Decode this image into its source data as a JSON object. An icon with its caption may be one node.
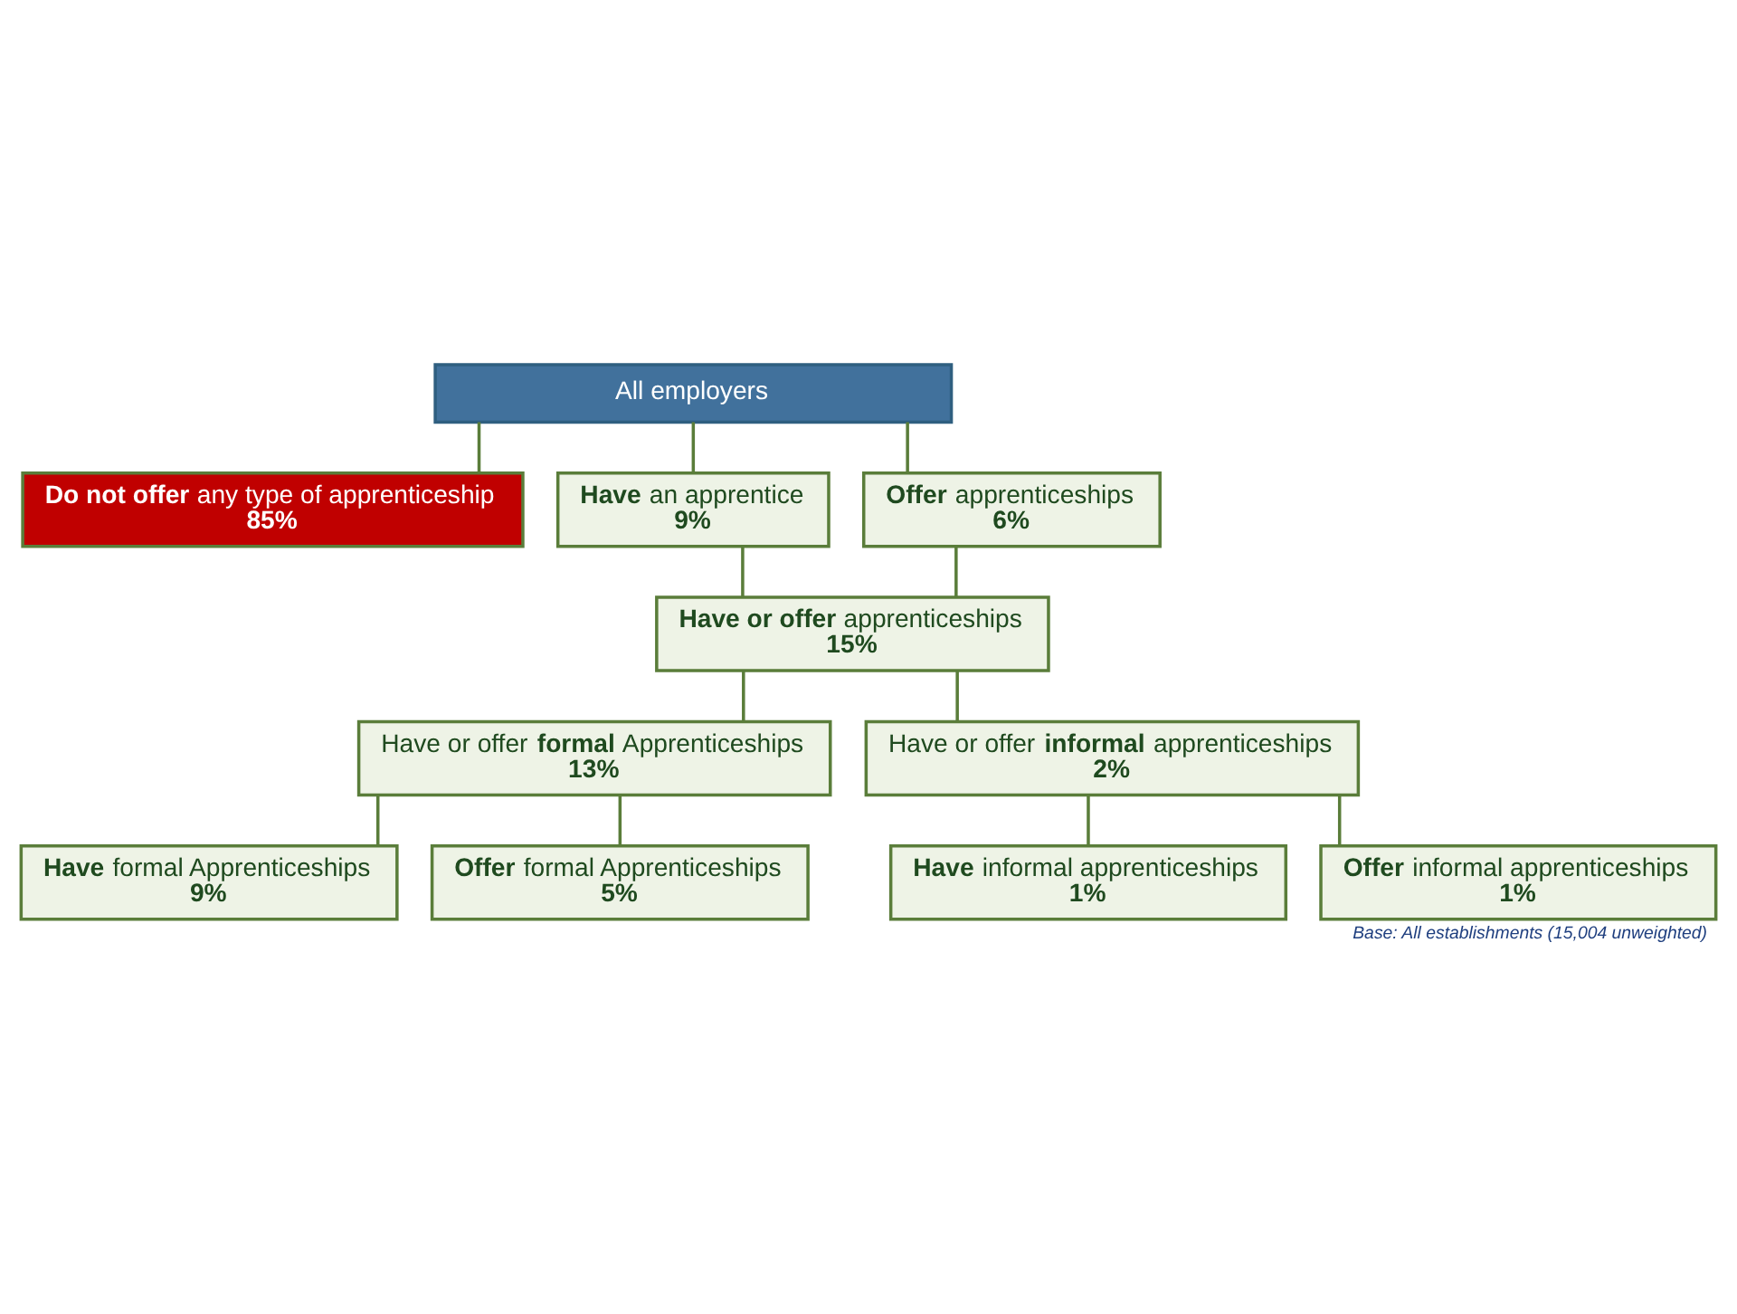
{
  "diagram": {
    "caption": "Base: All establishments (15,004 unweighted)",
    "nodes": [
      {
        "text": [
          "All employers"
        ]
      },
      {
        "text": [
          "**Do not offer** any type of apprenticeship",
          "85%"
        ]
      },
      {
        "text": [
          "**Have** an apprentice",
          "9%"
        ]
      },
      {
        "text": [
          "**Offer** apprenticeships",
          "6%"
        ]
      },
      {
        "text": [
          "**Have or offer** apprenticeships",
          "15%"
        ]
      },
      {
        "text": [
          "Have or offer **formal** Apprenticeships",
          "13%"
        ]
      },
      {
        "text": [
          "Have or offer **informal** apprenticeships",
          "2%"
        ]
      },
      {
        "text": [
          "**Have** formal Apprenticeships",
          "9%"
        ]
      },
      {
        "text": [
          "**Offer** formal Apprenticeships",
          "5%"
        ]
      },
      {
        "text": [
          "**Have** informal apprenticeships",
          "1%"
        ]
      },
      {
        "text": [
          "**Offer** informal apprenticeships",
          "1%"
        ]
      }
    ],
    "edges": [
      {
        "from": 0,
        "to": 1,
        "arrow": "none"
      },
      {
        "from": 0,
        "to": 2,
        "arrow": "none"
      },
      {
        "from": 0,
        "to": 3,
        "arrow": "none"
      },
      {
        "from": 2,
        "to": 4,
        "arrow": "none"
      },
      {
        "from": 3,
        "to": 4,
        "arrow": "none"
      },
      {
        "from": 4,
        "to": 5,
        "arrow": "none"
      },
      {
        "from": 4,
        "to": 6,
        "arrow": "none"
      },
      {
        "from": 5,
        "to": 7,
        "arrow": "none"
      },
      {
        "from": 5,
        "to": 8,
        "arrow": "none"
      },
      {
        "from": 6,
        "to": 9,
        "arrow": "none"
      },
      {
        "from": 6,
        "to": 10,
        "arrow": "none"
      }
    ]
  }
}
